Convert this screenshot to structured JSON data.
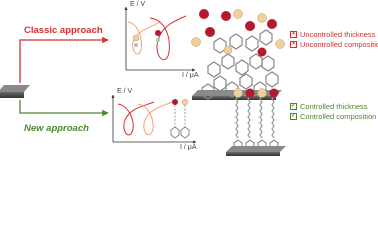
{
  "approaches": {
    "classic": {
      "label": "Classic approach",
      "color": "#d43030"
    },
    "new": {
      "label": "New approach",
      "color": "#4a8a2e"
    }
  },
  "axes": {
    "top": {
      "y_label": "E / V",
      "x_label": "I / μA"
    },
    "bottom": {
      "y_label": "E / V",
      "x_label": "I / μA"
    }
  },
  "notes": {
    "classic": [
      {
        "mark": "x",
        "text": "Uncontrolled thickness"
      },
      {
        "mark": "x",
        "text": "Uncontrolled composition"
      }
    ],
    "new": [
      {
        "mark": "check",
        "text": "Controlled thickness"
      },
      {
        "mark": "check",
        "text": "Controlled composition"
      }
    ]
  },
  "colors": {
    "red": "#d43030",
    "green": "#4a8a2e",
    "substrate": "#4a4a4a",
    "ball_red": "#b5192e",
    "ball_tan": "#f2cf9a",
    "curve_orange": "#f0a070"
  }
}
